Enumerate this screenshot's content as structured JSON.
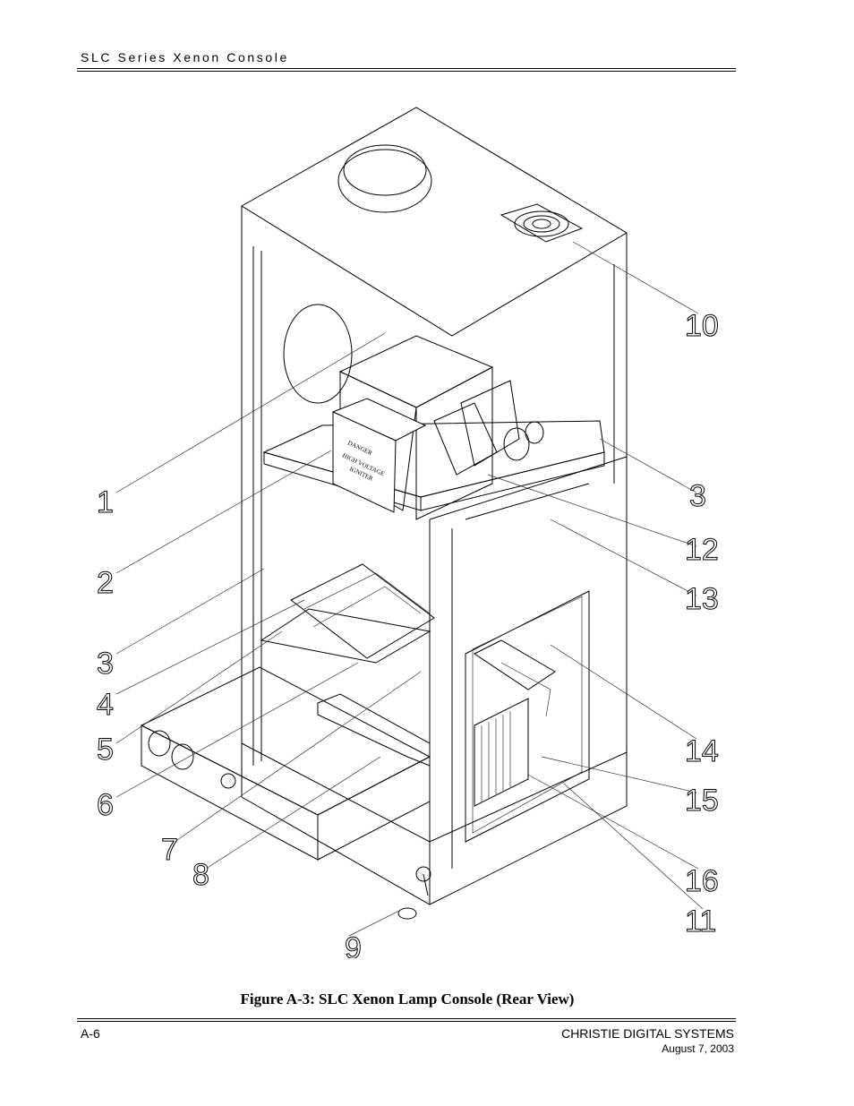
{
  "header": {
    "running_title": "SLC Series Xenon Console"
  },
  "figure": {
    "caption": "Figure A-3:  SLC Xenon Lamp Console (Rear View)",
    "igniter_label": [
      "DANGER",
      "HIGH VOLTAGE",
      "IGNITER"
    ],
    "callouts": [
      "1",
      "2",
      "3",
      "3",
      "4",
      "5",
      "6",
      "7",
      "8",
      "9",
      "10",
      "11",
      "12",
      "13",
      "14",
      "15",
      "16"
    ]
  },
  "footer": {
    "page_number": "A-6",
    "company": "CHRISTIE DIGITAL SYSTEMS",
    "date": "August 7, 2003"
  }
}
